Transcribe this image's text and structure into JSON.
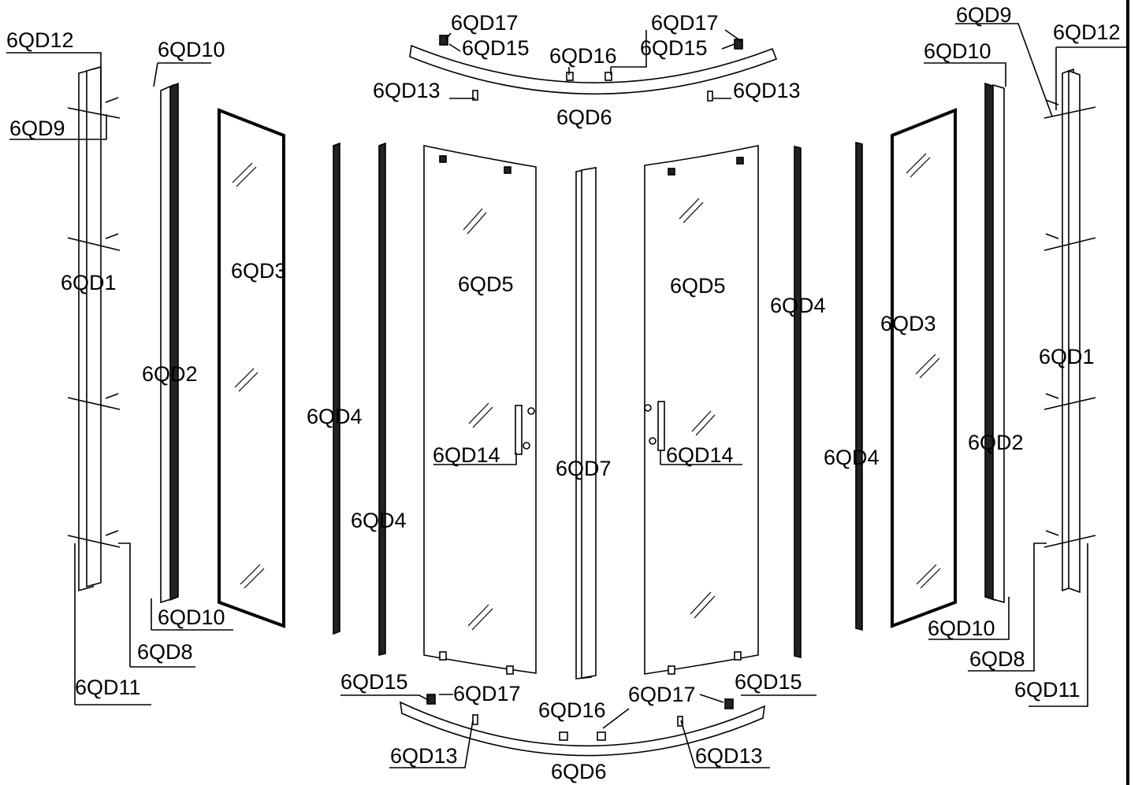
{
  "labels": {
    "l_6qd12_left": "6QD12",
    "l_6qd10_left_top": "6QD10",
    "l_6qd9_left": "6QD9",
    "l_6qd1_left": "6QD1",
    "l_6qd2_left": "6QD2",
    "l_6qd3_left": "6QD3",
    "l_6qd4_left_a": "6QD4",
    "l_6qd4_left_b": "6QD4",
    "l_6qd10_left_bottom": "6QD10",
    "l_6qd8_left": "6QD8",
    "l_6qd11_left": "6QD11",
    "l_6qd17_top_left": "6QD17",
    "l_6qd15_top_left": "6QD15",
    "l_6qd16_top": "6QD16",
    "l_6qd17_top_right": "6QD17",
    "l_6qd15_top_right": "6QD15",
    "l_6qd13_top_left": "6QD13",
    "l_6qd13_top_right": "6QD13",
    "l_6qd6_top": "6QD6",
    "l_6qd5_left": "6QD5",
    "l_6qd5_right": "6QD5",
    "l_6qd14_left": "6QD14",
    "l_6qd14_right": "6QD14",
    "l_6qd7": "6QD7",
    "l_6qd4_right_a": "6QD4",
    "l_6qd4_right_b": "6QD4",
    "l_6qd3_right": "6QD3",
    "l_6qd9_right": "6QD9",
    "l_6qd12_right": "6QD12",
    "l_6qd10_right_top": "6QD10",
    "l_6qd1_right": "6QD1",
    "l_6qd2_right": "6QD2",
    "l_6qd10_right_bottom": "6QD10",
    "l_6qd8_right": "6QD8",
    "l_6qd11_right": "6QD11",
    "l_6qd15_bot_left": "6QD15",
    "l_6qd17_bot_left": "6QD17",
    "l_6qd16_bot": "6QD16",
    "l_6qd17_bot_right": "6QD17",
    "l_6qd15_bot_right": "6QD15",
    "l_6qd13_bot_left": "6QD13",
    "l_6qd13_bot_right": "6QD13",
    "l_6qd6_bot": "6QD6"
  }
}
